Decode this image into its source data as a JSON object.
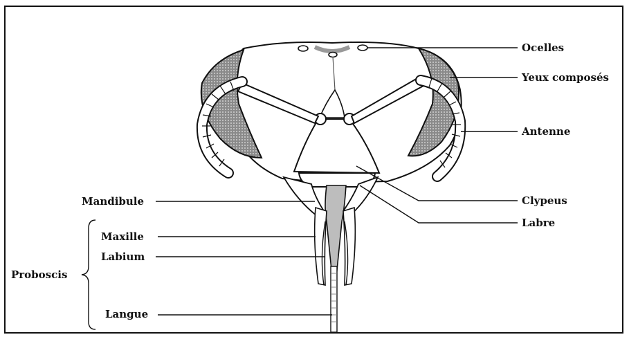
{
  "labels": {
    "ocelles": "Ocelles",
    "yeux": "Yeux composés",
    "antenne": "Antenne",
    "clypeus": "Clypeus",
    "labre": "Labre",
    "mandibule": "Mandibule",
    "maxille": "Maxille",
    "labium": "Labium",
    "proboscis": "Proboscis",
    "langue": "Langue"
  },
  "colors": {
    "ink": "#111111",
    "eye_fill": "#8a8a8a",
    "shade": "#b8b8b8",
    "background": "#ffffff"
  }
}
